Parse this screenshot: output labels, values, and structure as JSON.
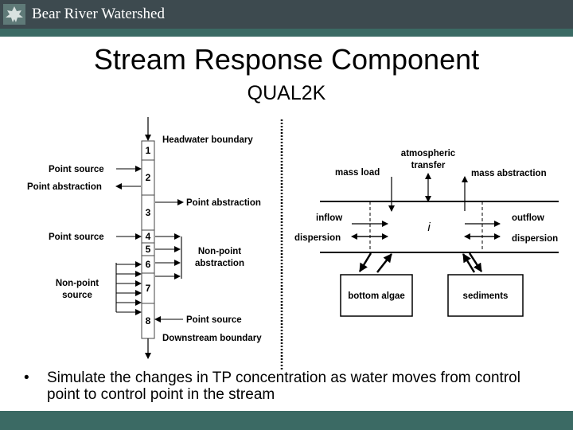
{
  "header": {
    "brand": "Bear River Watershed",
    "logo_icon": "leaf-logo-icon",
    "background": "#3d4a4f",
    "accent_bar": "#3b6a64"
  },
  "slide": {
    "title": "Stream Response Component",
    "subtitle": "QUAL2K"
  },
  "left_diagram": {
    "reach_numbers": [
      "1",
      "2",
      "3",
      "4",
      "5",
      "6",
      "7",
      "8"
    ],
    "labels": {
      "headwater": "Headwater boundary",
      "point_source_1": "Point source",
      "point_abstraction_1": "Point abstraction",
      "point_abstraction_2": "Point abstraction",
      "point_source_2": "Point source",
      "nonpoint_abstraction_line1": "Non-point",
      "nonpoint_abstraction_line2": "abstraction",
      "nonpoint_source_line1": "Non-point",
      "nonpoint_source_line2": "source",
      "point_source_3": "Point source",
      "downstream": "Downstream boundary"
    }
  },
  "right_diagram": {
    "labels": {
      "atmospheric_line1": "atmospheric",
      "atmospheric_line2": "transfer",
      "mass_load": "mass load",
      "mass_abstraction": "mass abstraction",
      "inflow": "inflow",
      "outflow": "outflow",
      "dispersion_left": "dispersion",
      "dispersion_right": "dispersion",
      "element": "i",
      "bottom_algae": "bottom algae",
      "sediments": "sediments"
    }
  },
  "bullets": [
    {
      "marker": "•",
      "text": "Simulate the changes in TP concentration as water moves from control point to control point in the stream"
    }
  ],
  "footer": {
    "color": "#3b6a64"
  }
}
